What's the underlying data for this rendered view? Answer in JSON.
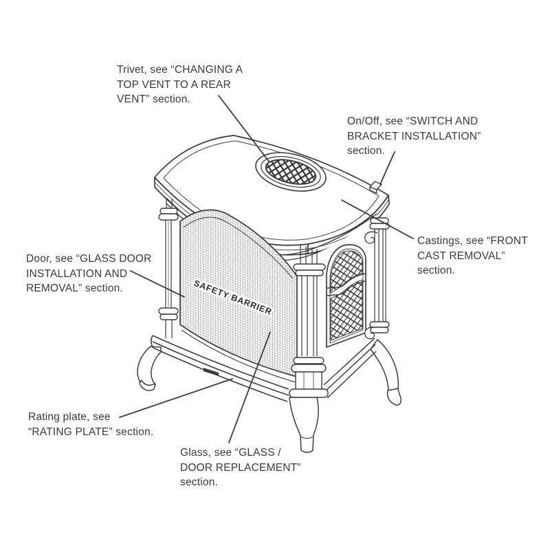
{
  "diagram": {
    "stove_label": "SAFETY BARRIER",
    "callouts": [
      {
        "id": "trivet",
        "text": "Trivet, see “CHANGING A\nTOP VENT TO A REAR\nVENT” section."
      },
      {
        "id": "onoff",
        "text": "On/Off, see “SWITCH AND\nBRACKET INSTALLATION”\nsection."
      },
      {
        "id": "castings",
        "text": "Castings, see “FRONT\nCAST REMOVAL”\nsection."
      },
      {
        "id": "door",
        "text": "Door, see “GLASS DOOR\nINSTALLATION AND\nREMOVAL” section."
      },
      {
        "id": "rating_plate",
        "text": "Rating plate, see\n“RATING PLATE” section."
      },
      {
        "id": "glass",
        "text": "Glass, see “GLASS /\nDOOR REPLACEMENT”\nsection."
      }
    ],
    "colors": {
      "line": "#3b3b3b",
      "text": "#3a3a3a",
      "background": "#ffffff"
    }
  }
}
